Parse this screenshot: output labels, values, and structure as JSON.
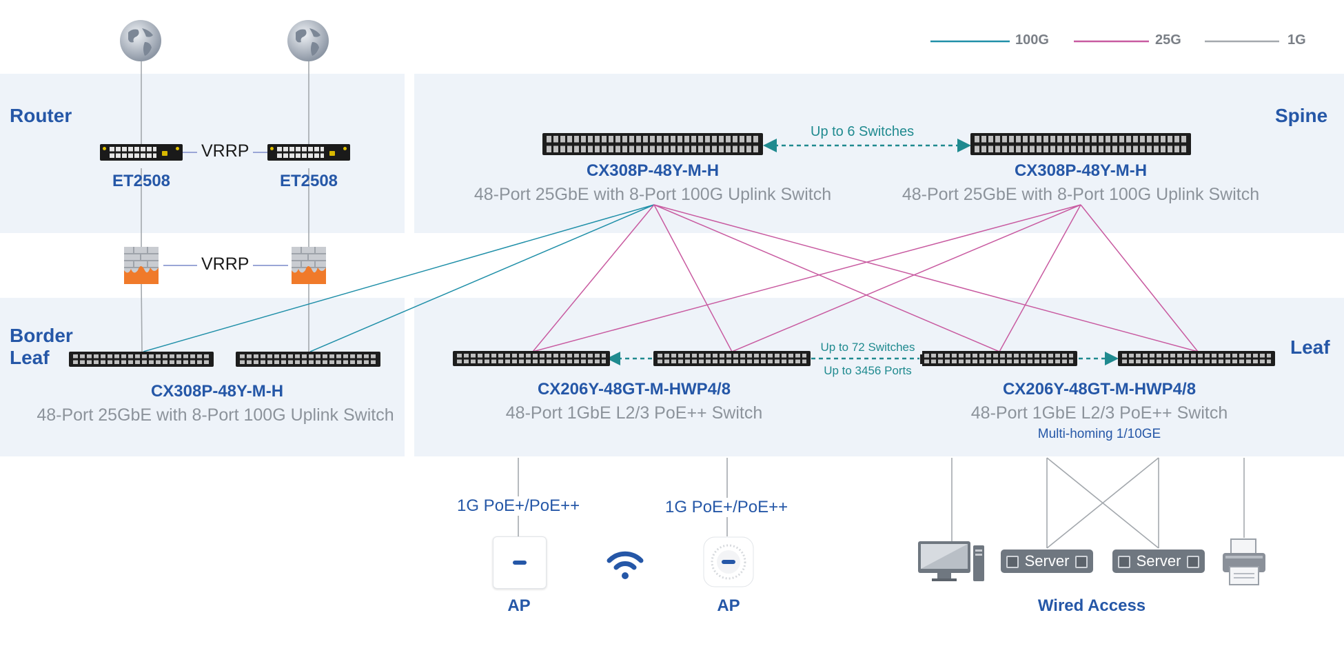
{
  "legend": {
    "items": [
      {
        "label": "100G",
        "color": "#1f8fa8"
      },
      {
        "label": "25G",
        "color": "#c85aa0"
      },
      {
        "label": "1G",
        "color": "#a3a8ad"
      }
    ]
  },
  "tiers": {
    "router": "Router",
    "spine": "Spine",
    "border_leaf": "Border\nLeaf",
    "leaf": "Leaf"
  },
  "routers": [
    {
      "model": "ET2508"
    },
    {
      "model": "ET2508"
    }
  ],
  "vrrp_router": "VRRP",
  "vrrp_firewall": "VRRP",
  "spine": {
    "left": {
      "model": "CX308P-48Y-M-H",
      "desc": "48-Port 25GbE with 8-Port 100G Uplink Switch"
    },
    "right": {
      "model": "CX308P-48Y-M-H",
      "desc": "48-Port 25GbE with 8-Port 100G Uplink Switch"
    },
    "scale_note": "Up to 6 Switches"
  },
  "border_leaf": {
    "model": "CX308P-48Y-M-H",
    "desc": "48-Port 25GbE with 8-Port 100G Uplink Switch"
  },
  "leaf": {
    "left": {
      "model": "CX206Y-48GT-M-HWP4/8",
      "desc": "48-Port 1GbE L2/3 PoE++ Switch"
    },
    "right": {
      "model": "CX206Y-48GT-M-HWP4/8",
      "desc": "48-Port 1GbE L2/3 PoE++ Switch",
      "note": "Multi-homing 1/10GE"
    },
    "scale_note_1": "Up to 72 Switches",
    "scale_note_2": "Up to 3456 Ports"
  },
  "access": {
    "poe_left": "1G PoE+/PoE++",
    "poe_right": "1G PoE+/PoE++",
    "ap_left": "AP",
    "ap_right": "AP",
    "server_1": "Server",
    "server_2": "Server",
    "wired_access": "Wired Access"
  },
  "icons": [
    "globe-icon",
    "router-icon",
    "firewall-icon",
    "switch-icon",
    "wifi-icon",
    "access-point-icon",
    "desktop-icon",
    "server-icon",
    "printer-icon"
  ]
}
